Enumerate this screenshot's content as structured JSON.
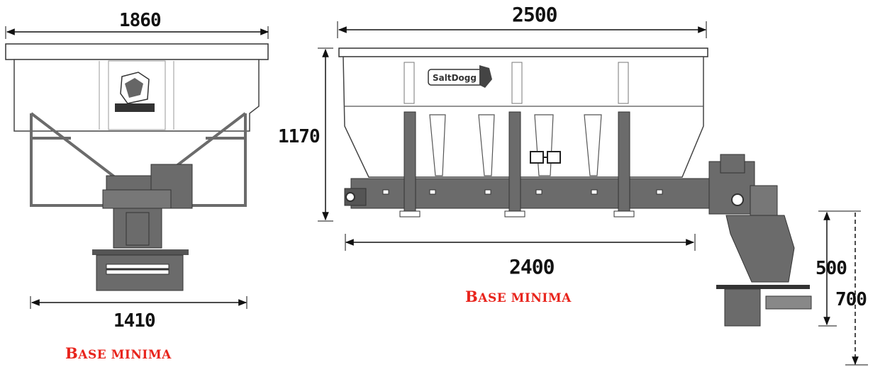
{
  "dimensions": {
    "front_top_width": "1860",
    "front_base_width": "1410",
    "side_top_length": "2500",
    "side_height": "1170",
    "side_base_length": "2400",
    "spinner_height_min": "500",
    "spinner_height_max": "700"
  },
  "labels": {
    "base_front": {
      "cap": "B",
      "rest": "ASE MINIMA"
    },
    "base_side": {
      "cap": "B",
      "rest": "ASE MINIMA"
    }
  },
  "logo": {
    "text": "SaltDogg"
  },
  "colors": {
    "label_red": "#e8241c",
    "frame_gray": "#6b6b6b",
    "hopper_outline": "#333333",
    "dimension_line": "#111111"
  },
  "icons": [
    "arrow-left-icon",
    "arrow-right-icon",
    "arrow-up-icon",
    "arrow-down-icon",
    "dog-logo-icon"
  ]
}
